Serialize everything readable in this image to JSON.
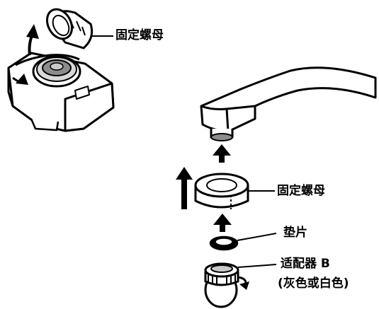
{
  "labels": {
    "nut_top": "固定螺母",
    "nut_mid": "固定螺母",
    "washer": "垫片",
    "adapter": "适配器 B",
    "adapter_color": "(灰色或白色)"
  },
  "colors": {
    "stroke": "#000000",
    "fill": "#ffffff",
    "shade": "#8c8c8c",
    "shade_light": "#c9c9c9"
  },
  "icons": [
    "rotate-arrow-icon",
    "up-arrow-icon"
  ]
}
